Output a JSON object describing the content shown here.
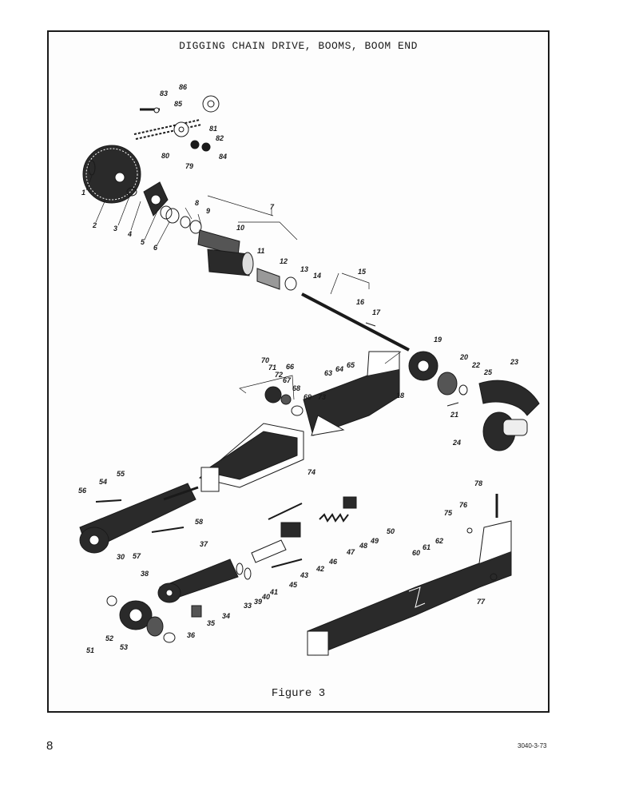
{
  "title": "DIGGING CHAIN DRIVE, BOOMS, BOOM END",
  "caption": "Figure 3",
  "footer": {
    "page_number": "8",
    "doc_code": "3040-3-73"
  },
  "callouts": [
    "1",
    "2",
    "3",
    "4",
    "5",
    "6",
    "7",
    "8",
    "9",
    "10",
    "11",
    "12",
    "13",
    "14",
    "15",
    "16",
    "17",
    "18",
    "19",
    "20",
    "21",
    "22",
    "23",
    "24",
    "25",
    "30",
    "33",
    "34",
    "35",
    "36",
    "37",
    "38",
    "39",
    "40",
    "41",
    "42",
    "43",
    "45",
    "46",
    "47",
    "48",
    "49",
    "50",
    "51",
    "52",
    "53",
    "54",
    "55",
    "56",
    "57",
    "58",
    "60",
    "61",
    "62",
    "63",
    "64",
    "65",
    "66",
    "67",
    "68",
    "69",
    "70",
    "71",
    "72",
    "73",
    "74",
    "75",
    "76",
    "77",
    "78",
    "79",
    "80",
    "81",
    "82",
    "83",
    "84",
    "85",
    "86"
  ],
  "colors": {
    "ink": "#1a1a1a",
    "paper": "#fdfdfd",
    "dark_part": "#2a2a2a"
  }
}
